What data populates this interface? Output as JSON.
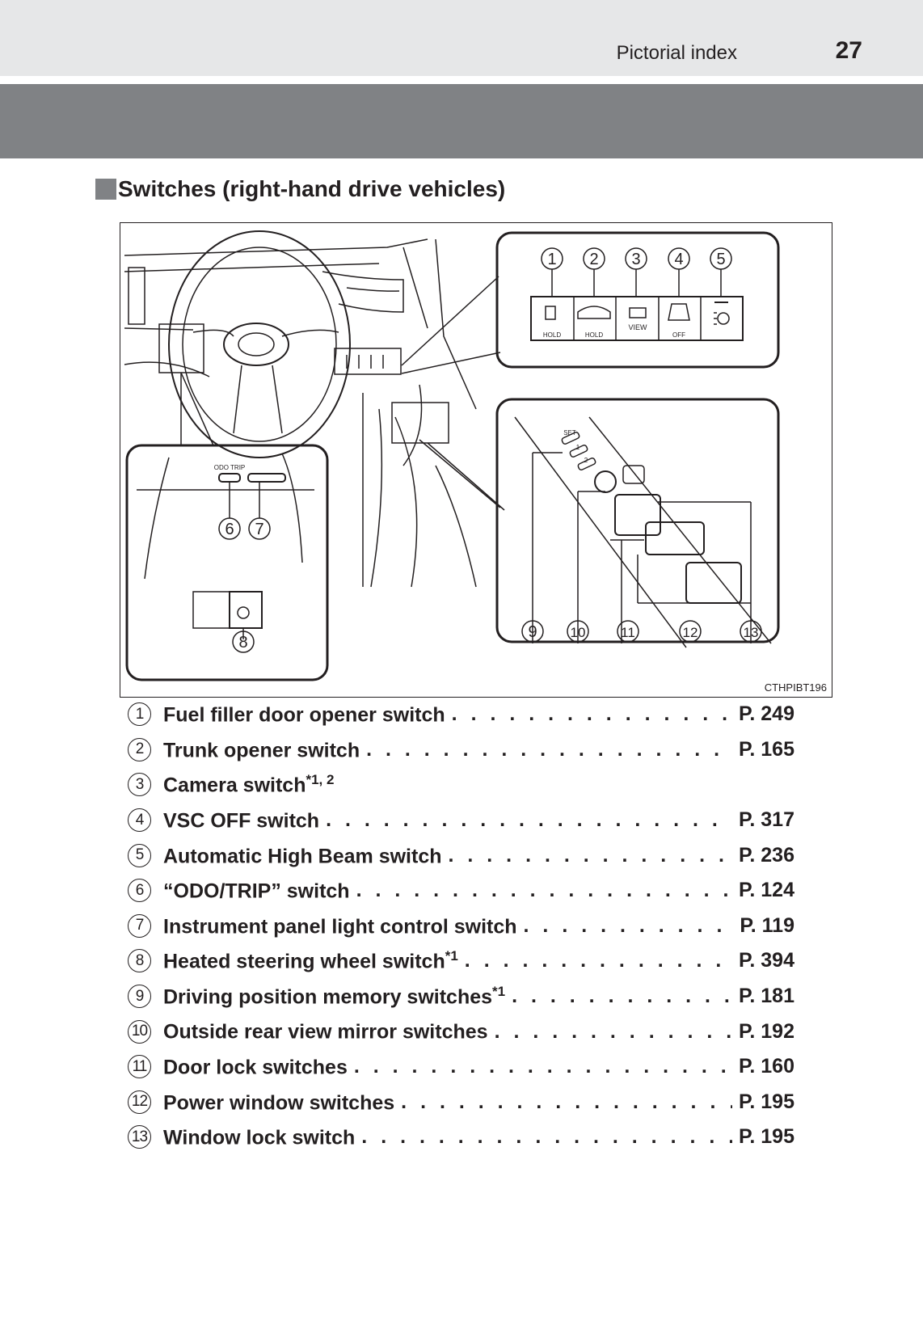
{
  "header": {
    "title": "Pictorial index",
    "page_number": "27"
  },
  "section": {
    "heading": "Switches (right-hand drive vehicles)"
  },
  "figure": {
    "code": "CTHPIBT196",
    "callouts": [
      "1",
      "2",
      "3",
      "4",
      "5",
      "6",
      "7",
      "8",
      "9",
      "10",
      "11",
      "12",
      "13"
    ],
    "button_labels": {
      "fuel": "HOLD",
      "trunk": "HOLD",
      "camera": "VIEW",
      "vsc": "OFF"
    },
    "odo_label": "ODO TRIP",
    "memory_labels": [
      "SET",
      "1",
      "2"
    ]
  },
  "legend": [
    {
      "num": "1",
      "label": "Fuel filler door opener switch",
      "sup": "",
      "page": "P. 249"
    },
    {
      "num": "2",
      "label": "Trunk opener switch",
      "sup": "",
      "page": "P. 165"
    },
    {
      "num": "3",
      "label": "Camera switch",
      "sup": "*1, 2",
      "page": ""
    },
    {
      "num": "4",
      "label": "VSC OFF switch",
      "sup": "",
      "page": "P. 317"
    },
    {
      "num": "5",
      "label": "Automatic High Beam switch",
      "sup": "",
      "page": "P. 236"
    },
    {
      "num": "6",
      "label": "“ODO/TRIP” switch",
      "sup": "",
      "page": "P. 124"
    },
    {
      "num": "7",
      "label": "Instrument panel light control switch",
      "sup": "",
      "page": "P. 119"
    },
    {
      "num": "8",
      "label": "Heated steering wheel switch",
      "sup": "*1",
      "page": "P. 394"
    },
    {
      "num": "9",
      "label": "Driving position memory switches",
      "sup": "*1",
      "page": "P. 181"
    },
    {
      "num": "10",
      "label": "Outside rear view mirror switches",
      "sup": "",
      "page": "P. 192"
    },
    {
      "num": "11",
      "label": "Door lock switches",
      "sup": "",
      "page": "P. 160"
    },
    {
      "num": "12",
      "label": "Power window switches",
      "sup": "",
      "page": "P. 195"
    },
    {
      "num": "13",
      "label": "Window lock switch",
      "sup": "",
      "page": "P. 195"
    }
  ]
}
